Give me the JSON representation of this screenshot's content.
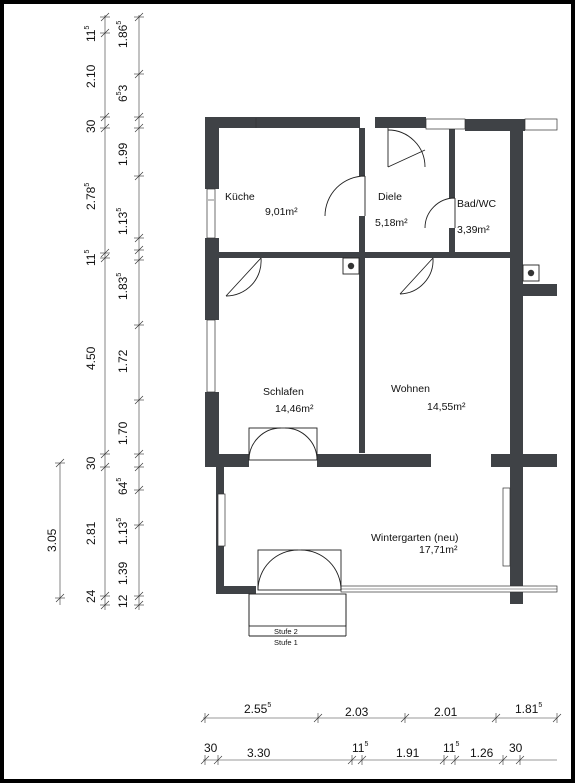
{
  "rooms": {
    "kueche": {
      "name": "Küche",
      "area": "9,01m²"
    },
    "diele": {
      "name": "Diele",
      "area": "5,18m²"
    },
    "bad": {
      "name": "Bad/WC",
      "area": "3,39m²"
    },
    "schlafen": {
      "name": "Schlafen",
      "area": "14,46m²"
    },
    "wohnen": {
      "name": "Wohnen",
      "area": "14,55m²"
    },
    "wintergarten": {
      "name": "Wintergarten (neu)",
      "area": "17,71m²"
    }
  },
  "steps": {
    "step2": "Stufe 2",
    "step1": "Stufe 1"
  },
  "dims_vertical_outer": [
    {
      "id": "o1",
      "base": "1.86",
      "sup": "5"
    },
    {
      "id": "o2",
      "base": "6",
      "sup": "5",
      "extra": "3"
    },
    {
      "id": "o3",
      "base": "1.99",
      "sup": ""
    },
    {
      "id": "o4",
      "base": "1.13",
      "sup": "5"
    },
    {
      "id": "o5",
      "base": "1.83",
      "sup": "5"
    },
    {
      "id": "o6",
      "base": "1.72",
      "sup": ""
    },
    {
      "id": "o7",
      "base": "1.70",
      "sup": ""
    },
    {
      "id": "o8",
      "base": "64",
      "sup": "5"
    },
    {
      "id": "o9",
      "base": "1.13",
      "sup": "5"
    },
    {
      "id": "o10",
      "base": "1.39",
      "sup": ""
    },
    {
      "id": "o11",
      "base": "12",
      "sup": ""
    }
  ],
  "dims_vertical_mid": [
    {
      "id": "m1",
      "base": "11",
      "sup": "5"
    },
    {
      "id": "m2",
      "base": "2.10",
      "sup": ""
    },
    {
      "id": "m3",
      "base": "30",
      "sup": ""
    },
    {
      "id": "m4",
      "base": "2.78",
      "sup": "5"
    },
    {
      "id": "m5",
      "base": "11",
      "sup": "5"
    },
    {
      "id": "m6",
      "base": "4.50",
      "sup": ""
    },
    {
      "id": "m7",
      "base": "30",
      "sup": ""
    },
    {
      "id": "m8",
      "base": "2.81",
      "sup": ""
    },
    {
      "id": "m9",
      "base": "24",
      "sup": ""
    }
  ],
  "dims_vertical_left": [
    {
      "id": "l1",
      "base": "3.05",
      "sup": ""
    }
  ],
  "dims_horizontal_top": [
    {
      "id": "h1",
      "base": "2.55",
      "sup": "5"
    },
    {
      "id": "h2",
      "base": "2.03",
      "sup": ""
    },
    {
      "id": "h3",
      "base": "2.01",
      "sup": ""
    },
    {
      "id": "h4",
      "base": "1.81",
      "sup": "5"
    }
  ],
  "dims_horizontal_bottom": [
    {
      "id": "b1",
      "base": "30",
      "sup": ""
    },
    {
      "id": "b2",
      "base": "3.30",
      "sup": ""
    },
    {
      "id": "b3",
      "base": "11",
      "sup": "5"
    },
    {
      "id": "b4",
      "base": "1.91",
      "sup": ""
    },
    {
      "id": "b5",
      "base": "11",
      "sup": "5"
    },
    {
      "id": "b6",
      "base": "1.26",
      "sup": ""
    },
    {
      "id": "b7",
      "base": "30",
      "sup": ""
    }
  ]
}
